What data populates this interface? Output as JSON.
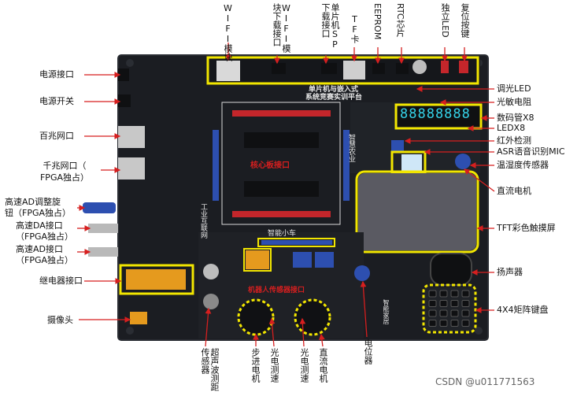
{
  "colors": {
    "board": "#1b1d22",
    "board_edge": "#2a2d33",
    "highlight": "#f2e600",
    "arrow": "#d61f1f",
    "chip": "#0f1012",
    "pin_red": "#c4262b",
    "pin_blue": "#2d4fb0",
    "lcd": "#5a5a62",
    "silk": "#e9e9e9"
  },
  "left_labels": {
    "power_jack": "电源接口",
    "power_switch": "电源开关",
    "eth100": "百兆网口",
    "gig_eth_1": "千兆网口（",
    "gig_eth_2": "FPGA独占）",
    "adc_knob_1": "高速AD调整旋",
    "adc_knob_2": "钮（FPGA独占）",
    "da_1": "高速DA接口",
    "da_2": "（FPGA独占）",
    "ad_1": "高速AD接口",
    "ad_2": "（FPGA独占）",
    "relay": "继电器接口",
    "camera": "摄像头"
  },
  "top_labels": {
    "wifi_module": "WIFI模块",
    "wifi_download": "WIFI模块下载接口",
    "mcu_download": "单片机SP下载接口",
    "tf": "TF卡",
    "eeprom": "EEPROM",
    "rtc": "RTC芯片",
    "led": "独立LED",
    "reset": "复位按键"
  },
  "right_labels": {
    "dimming_led": "调光LED",
    "photoresistor": "光敏电阻",
    "seg7": "数码管X8",
    "ledx8": "LEDX8",
    "ir": "红外检测",
    "asr_mic": "ASR语音识别MIC",
    "temp_hum": "温湿度传感器",
    "dc_motor": "直流电机",
    "tft": "TFT彩色触摸屏",
    "speaker": "扬声器",
    "keypad": "4X4矩阵键盘"
  },
  "bottom_labels": {
    "ultrasonic": "超声波测距传感器",
    "stepper": "步进电机",
    "photo_speed": "光电测速",
    "photo_speed_2": "光电测速",
    "dc_motor_2": "直流电机",
    "potentiometer": "电位器"
  },
  "board_text": {
    "title_1": "单片机与嵌入式",
    "title_2": "系统竞赛实训平台",
    "industrial": "工业互联网",
    "smart_agri": "智慧农业",
    "smart_car": "智能小车",
    "smart_home": "智能家居",
    "core_board": "核心板接口",
    "sensor_iface": "机器人传感器接口",
    "seg_digits": "88888888"
  },
  "watermark": "CSDN @u011771563"
}
